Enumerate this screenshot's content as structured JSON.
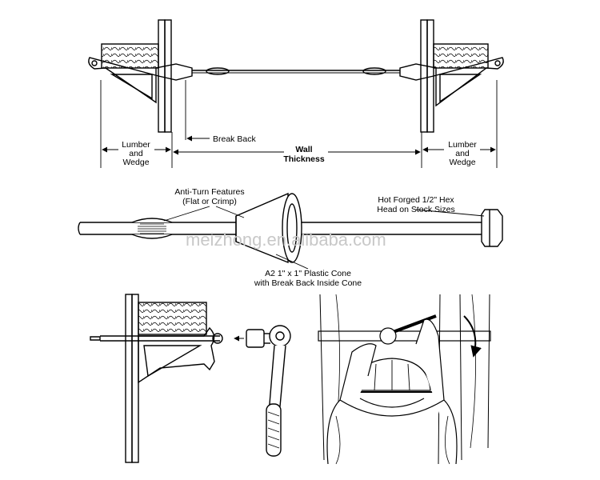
{
  "top": {
    "lumber_left": [
      "Lumber",
      "and",
      "Wedge"
    ],
    "lumber_right": [
      "Lumber",
      "and",
      "Wedge"
    ],
    "break_back": "Break Back",
    "wall": [
      "Wall",
      "Thickness"
    ]
  },
  "middle": {
    "anti_turn": [
      "Anti-Turn Features",
      "(Flat or Crimp)"
    ],
    "hex_head": [
      "Hot Forged 1/2\" Hex",
      "Head on Stock Sizes"
    ],
    "cone": [
      "A2 1\" x 1\" Plastic Cone",
      "with Break Back Inside Cone"
    ]
  },
  "watermark": "meizhong.en.alibaba.com",
  "colors": {
    "ink": "#000000",
    "watermark": "#c8c8c8",
    "background": "#ffffff"
  }
}
